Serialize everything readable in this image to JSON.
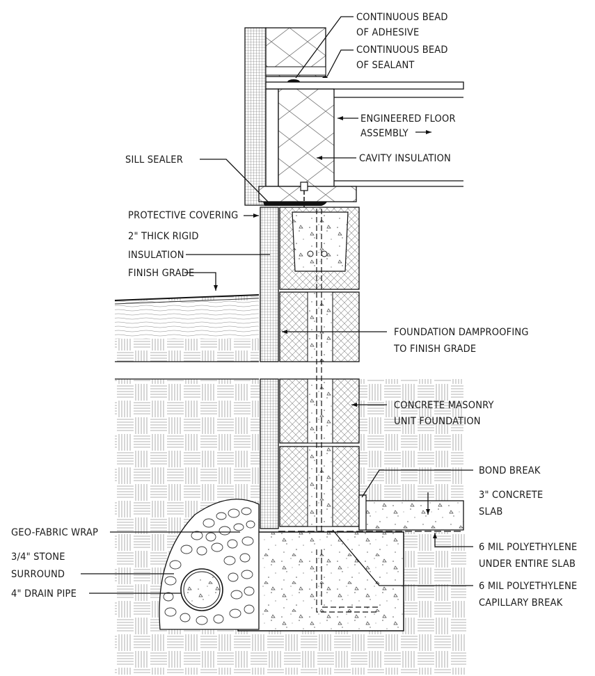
{
  "labels": {
    "adhesive_1": "CONTINUOUS BEAD",
    "adhesive_2": "OF ADHESIVE",
    "sealant_1": "CONTINUOUS BEAD",
    "sealant_2": "OF SEALANT",
    "floor_1": "ENGINEERED FLOOR",
    "floor_2": "ASSEMBLY",
    "cavity": "CAVITY INSULATION",
    "sill": "SILL SEALER",
    "protective": "PROTECTIVE COVERING",
    "rigid_1": "2\" THICK RIGID",
    "rigid_2": "INSULATION",
    "grade": "FINISH GRADE",
    "damp_1": "FOUNDATION DAMPROOFING",
    "damp_2": "TO FINISH GRADE",
    "cmu_1": "CONCRETE MASONRY",
    "cmu_2": "UNIT FOUNDATION",
    "bond": "BOND BREAK",
    "slab_1": "3\" CONCRETE",
    "slab_2": "SLAB",
    "geo": "GEO-FABRIC WRAP",
    "stone_1": "3/4\" STONE",
    "stone_2": "SURROUND",
    "drain": "4\" DRAIN PIPE",
    "poly_1": "6 MIL POLYETHYLENE",
    "poly_2": "UNDER ENTIRE SLAB",
    "cap_1": "6 MIL POLYETHYLENE",
    "cap_2": "CAPILLARY BREAK"
  }
}
